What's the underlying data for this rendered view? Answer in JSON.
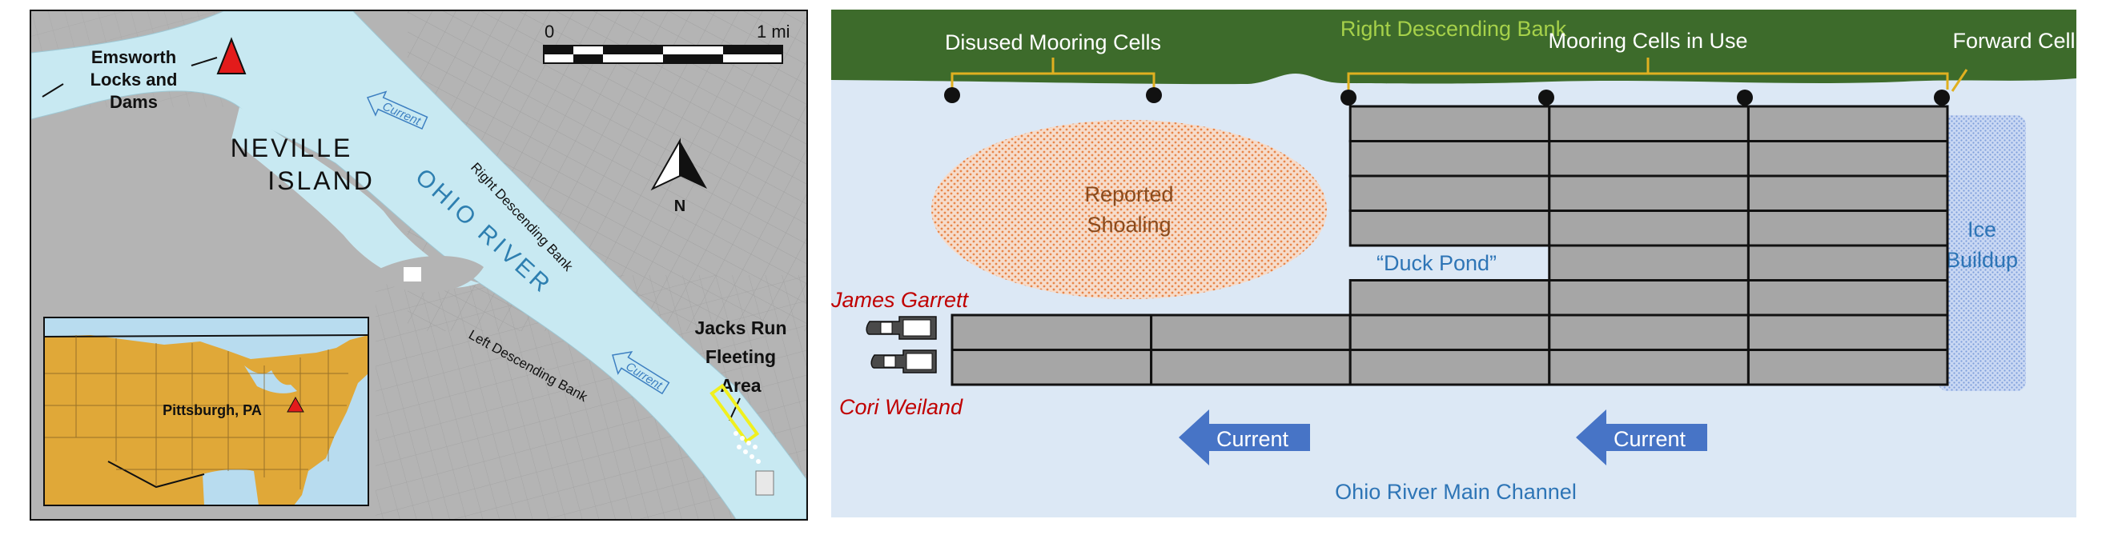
{
  "location_map": {
    "labels": {
      "emsworth": [
        "Emsworth",
        "Locks and",
        "Dams"
      ],
      "neville_island": [
        "NEVILLE",
        "ISLAND"
      ],
      "ohio_river": "OHIO RIVER",
      "right_bank": "Right Descending Bank",
      "left_bank": "Left Descending Bank",
      "jacks_run": [
        "Jacks Run",
        "Fleeting",
        "Area"
      ],
      "current_upper": "Current",
      "current_lower": "Current",
      "north": "N"
    },
    "scale_bar": {
      "start_label": "0",
      "end_label": "1 mi"
    },
    "inset": {
      "city_label": "Pittsburgh, PA"
    },
    "colors": {
      "land": "#b4b4b4",
      "river": "#c8e9f2",
      "inset_land": "#e0a838",
      "inset_water": "#b8dcef",
      "marker": "#e31b1b",
      "fleeting_outline": "#f0f01e"
    }
  },
  "schematic": {
    "labels": {
      "right_bank": "Right Descending Bank",
      "disused_cells": "Disused Mooring Cells",
      "cells_in_use": "Mooring Cells in Use",
      "forward_cell": "Forward Cell",
      "shoaling": [
        "Reported",
        "Shoaling"
      ],
      "duck_pond": "“Duck Pond”",
      "ice_buildup": [
        "Ice",
        "Buildup"
      ],
      "james_garrett": "James Garrett",
      "cori_weiland": "Cori Weiland",
      "current_left": "Current",
      "current_right": "Current",
      "main_channel": "Ohio River Main Channel"
    },
    "barge_layout": {
      "columns": 5,
      "rows": 8,
      "occupied": [
        [
          0,
          0,
          1,
          1,
          1
        ],
        [
          0,
          0,
          1,
          1,
          1
        ],
        [
          0,
          0,
          1,
          1,
          1
        ],
        [
          0,
          0,
          1,
          1,
          1
        ],
        [
          0,
          0,
          0,
          1,
          1
        ],
        [
          0,
          0,
          1,
          1,
          1
        ],
        [
          1,
          1,
          1,
          1,
          1
        ],
        [
          1,
          1,
          1,
          1,
          1
        ]
      ]
    },
    "colors": {
      "bank": "#3d6b2b",
      "bank_label": "#a6d14a",
      "water": "#dce8f5",
      "barge": "#a6a6a6",
      "shoaling": "#e8864a",
      "shoaling_text": "#8a4a1c",
      "ice": "#9fb8e6",
      "current_arrow": "#4774c6",
      "vessel_label": "#c00000",
      "channel_text": "#2e75b6",
      "bracket": "#e0b020"
    }
  }
}
